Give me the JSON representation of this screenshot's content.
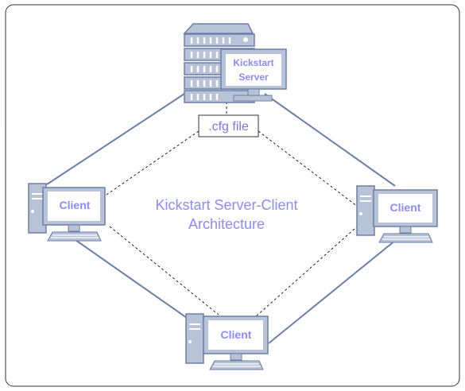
{
  "diagram": {
    "title_line1": "Kickstart Server-Client",
    "title_line2": "Architecture",
    "server": {
      "label_line1": "Kickstart",
      "label_line2": "Server",
      "icon": "server-rack-icon"
    },
    "config_file": {
      "label": ".cfg file"
    },
    "clients": [
      {
        "label": "Client",
        "icon": "desktop-computer-icon"
      },
      {
        "label": "Client",
        "icon": "desktop-computer-icon"
      },
      {
        "label": "Client",
        "icon": "desktop-computer-icon"
      }
    ],
    "colors": {
      "line": "#6b7fa8",
      "device_fill": "#b9c3d8",
      "device_stroke": "#6b7fa8",
      "label_text": "#8b8bff",
      "frame": "#333333"
    }
  }
}
